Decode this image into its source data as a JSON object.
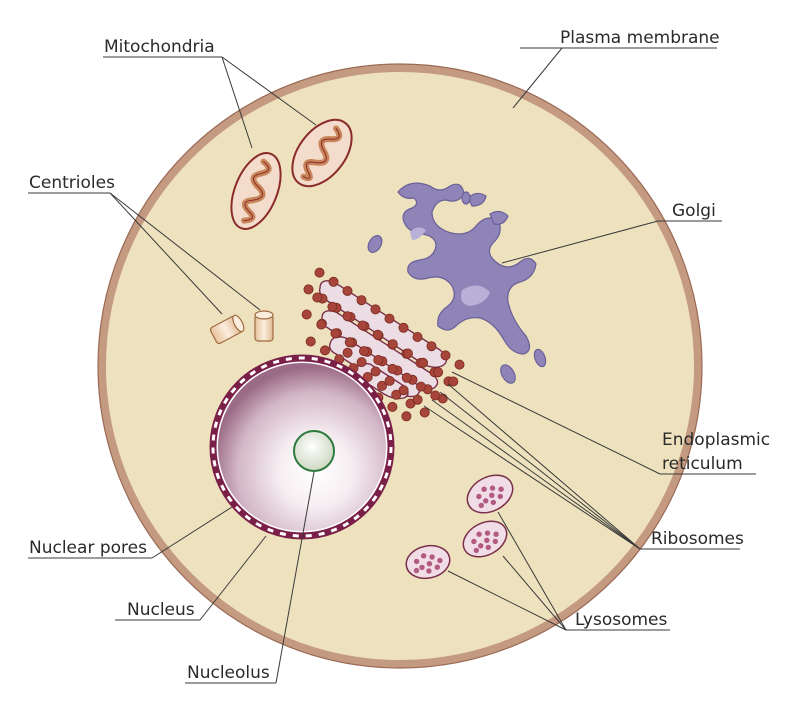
{
  "labels": {
    "mitochondria": "Mitochondria",
    "plasma_membrane": "Plasma membrane",
    "centrioles": "Centrioles",
    "golgi": "Golgi",
    "endoplasmic_line1": "Endoplasmic",
    "endoplasmic_line2": "reticulum",
    "ribosomes": "Ribosomes",
    "nuclear_pores": "Nuclear pores",
    "nucleus": "Nucleus",
    "lysosomes": "Lysosomes",
    "nucleolus": "Nucleolus"
  },
  "colors": {
    "cytoplasm": "#ede2bd",
    "membrane": "#c49a80",
    "membrane_edge": "#9a6a55",
    "mito_fill": "#f3dccb",
    "mito_stroke": "#8b2a2a",
    "mito_inner": "#c8855a",
    "golgi": "#8f84b8",
    "golgi_light": "#b8b0d6",
    "er_fill": "#ecdde4",
    "er_stroke": "#7a2e4a",
    "ribosome": "#a8453a",
    "nucleus_outer": "#9b6a86",
    "nucleus_inner": "#ffffff",
    "nuclear_envelope": "#7a1f48",
    "nucleolus_fill": "#dfe6d6",
    "nucleolus_stroke": "#2e7a3e",
    "lysosome_fill": "#f1dde6",
    "lysosome_stroke": "#7a2e4a",
    "lysosome_dot": "#b25a82",
    "centriole": "#f0d5b6"
  },
  "icons": [
    "cell-diagram"
  ]
}
